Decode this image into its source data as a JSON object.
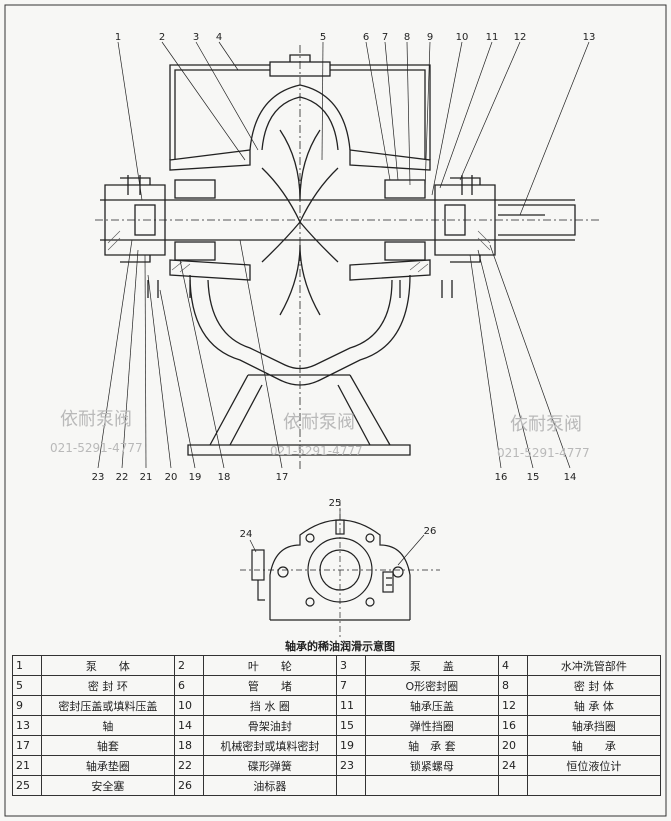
{
  "callouts_top": [
    "1",
    "2",
    "3",
    "4",
    "5",
    "6",
    "7",
    "8",
    "9",
    "10",
    "11",
    "12",
    "13"
  ],
  "callouts_bottom": [
    "23",
    "22",
    "21",
    "20",
    "19",
    "18",
    "17",
    "16",
    "15",
    "14"
  ],
  "watermark": {
    "brand": "依耐泵阀",
    "phone": "021-5291-4777"
  },
  "detail": {
    "callouts": [
      "25",
      "24",
      "26"
    ],
    "caption": "轴承的稀油润滑示意图"
  },
  "parts_table": [
    [
      {
        "no": "1",
        "name": "泵　　体"
      },
      {
        "no": "2",
        "name": "叶　　轮"
      },
      {
        "no": "3",
        "name": "泵　　盖"
      },
      {
        "no": "4",
        "name": "水冲洗管部件"
      }
    ],
    [
      {
        "no": "5",
        "name": "密 封 环"
      },
      {
        "no": "6",
        "name": "管　　堵"
      },
      {
        "no": "7",
        "name": "O形密封圈"
      },
      {
        "no": "8",
        "name": "密 封 体"
      }
    ],
    [
      {
        "no": "9",
        "name": "密封压盖或填料压盖"
      },
      {
        "no": "10",
        "name": "挡 水 圈"
      },
      {
        "no": "11",
        "name": "轴承压盖"
      },
      {
        "no": "12",
        "name": "轴 承 体"
      }
    ],
    [
      {
        "no": "13",
        "name": "轴"
      },
      {
        "no": "14",
        "name": "骨架油封"
      },
      {
        "no": "15",
        "name": "弹性挡圈"
      },
      {
        "no": "16",
        "name": "轴承挡圈"
      }
    ],
    [
      {
        "no": "17",
        "name": "轴套"
      },
      {
        "no": "18",
        "name": "机械密封或填料密封"
      },
      {
        "no": "19",
        "name": "轴　承 套"
      },
      {
        "no": "20",
        "name": "轴　　承"
      }
    ],
    [
      {
        "no": "21",
        "name": "轴承垫圈"
      },
      {
        "no": "22",
        "name": "碟形弹簧"
      },
      {
        "no": "23",
        "name": "锁紧螺母"
      },
      {
        "no": "24",
        "name": "恒位液位计"
      }
    ],
    [
      {
        "no": "25",
        "name": "安全塞"
      },
      {
        "no": "26",
        "name": "油标器"
      },
      {
        "no": "",
        "name": ""
      },
      {
        "no": "",
        "name": ""
      }
    ]
  ]
}
